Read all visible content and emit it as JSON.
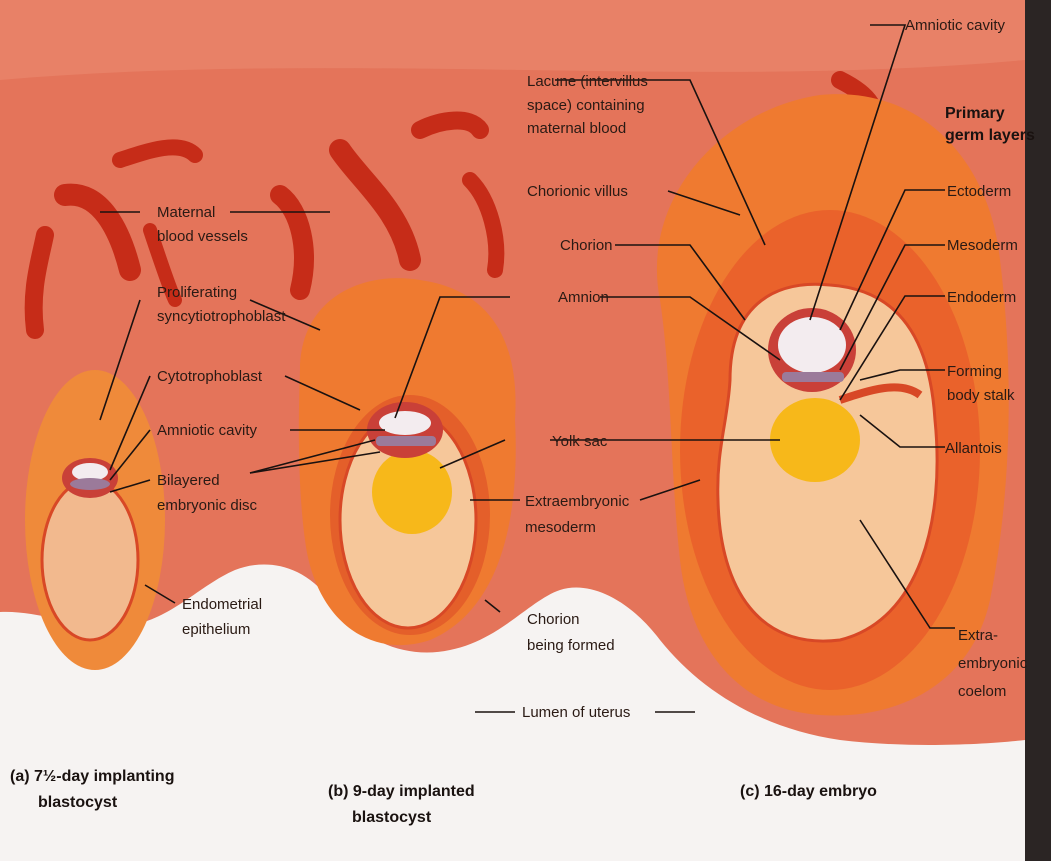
{
  "colors": {
    "uterine_wall": "#e4745a",
    "wall_light": "#f0987a",
    "tissue_orange": "#ef7a30",
    "tissue_dark": "#d84826",
    "vessel_red": "#c62c18",
    "cytotroph_red": "#c94038",
    "yolk_yellow": "#f7b81a",
    "coelom_peach": "#f6c79a",
    "epithelium": "#f2b98e",
    "lumen": "#f2f1f2",
    "amnion_purple": "#9b7a9a",
    "text": "#1a1210"
  },
  "labels": {
    "amniotic_cavity_top": "Amniotic cavity",
    "lacune_line1": "Lacune (intervillus",
    "lacune_line2": "space) containing",
    "lacune_line3": "maternal blood",
    "primary_line1": "Primary",
    "primary_line2": "germ layers",
    "chorionic_villus": "Chorionic villus",
    "ectoderm": "Ectoderm",
    "chorion": "Chorion",
    "mesoderm": "Mesoderm",
    "amnion": "Amnion",
    "endoderm": "Endoderm",
    "forming_line1": "Forming",
    "forming_line2": "body stalk",
    "maternal_line1": "Maternal",
    "maternal_line2": "blood vessels",
    "proliferating_line1": "Proliferating",
    "proliferating_line2": "syncytiotrophoblast",
    "cytotrophoblast": "Cytotrophoblast",
    "amniotic_cavity_left": "Amniotic cavity",
    "bilayered_line1": "Bilayered",
    "bilayered_line2": "embryonic disc",
    "yolk_sac": "Yolk sac",
    "allantois": "Allantois",
    "extraembryonic_meso_line1": "Extraembryonic",
    "extraembryonic_meso_line2": "mesoderm",
    "endometrial_line1": "Endometrial",
    "endometrial_line2": "epithelium",
    "chorion_forming_line1": "Chorion",
    "chorion_forming_line2": "being formed",
    "extra_coelom_line1": "Extra-",
    "extra_coelom_line2": "embryonic",
    "extra_coelom_line3": "coelom",
    "lumen": "Lumen of uterus"
  },
  "captions": {
    "a_line1": "(a) 7½-day implanting",
    "a_line2": "blastocyst",
    "b_line1": "(b) 9-day implanted",
    "b_line2": "blastocyst",
    "c": "(c) 16-day embryo"
  }
}
